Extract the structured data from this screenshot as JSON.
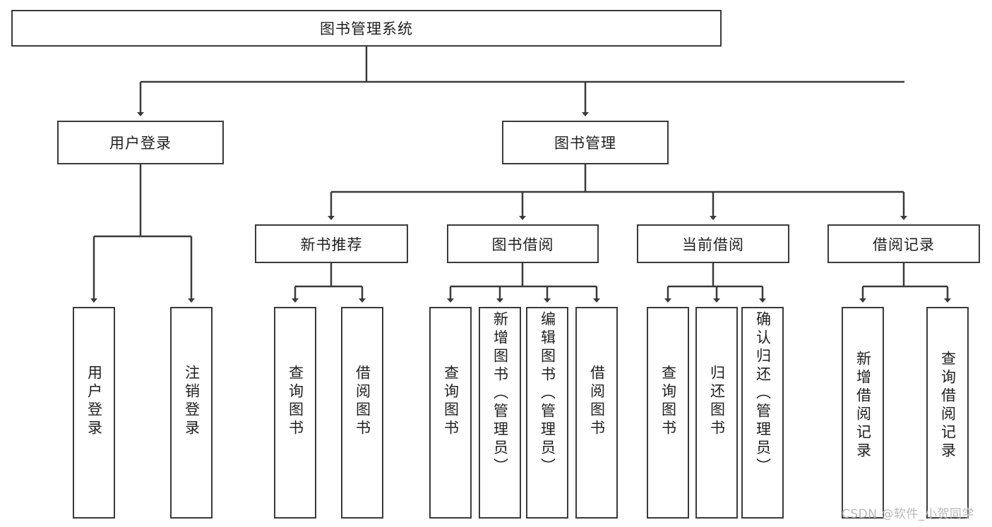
{
  "diagram": {
    "title": "图书管理系统",
    "root": {
      "label": "图书管理系统"
    },
    "level2": [
      {
        "label": "用户登录"
      },
      {
        "label": "图书管理"
      }
    ],
    "level3": [
      {
        "label": "新书推荐"
      },
      {
        "label": "图书借阅"
      },
      {
        "label": "当前借阅"
      },
      {
        "label": "借阅记录"
      }
    ],
    "leaves": [
      {
        "label": "用户登录",
        "parent": "用户登录"
      },
      {
        "label": "注销登录",
        "parent": "用户登录"
      },
      {
        "label": "查询图书",
        "parent": "新书推荐"
      },
      {
        "label": "借阅图书",
        "parent": "新书推荐"
      },
      {
        "label": "查询图书",
        "parent": "图书借阅"
      },
      {
        "label": "新增图书（管理员）",
        "parent": "图书借阅"
      },
      {
        "label": "编辑图书（管理员）",
        "parent": "图书借阅"
      },
      {
        "label": "借阅图书",
        "parent": "图书借阅"
      },
      {
        "label": "查询图书",
        "parent": "当前借阅"
      },
      {
        "label": "归还图书",
        "parent": "当前借阅"
      },
      {
        "label": "确认归还（管理员）",
        "parent": "当前借阅"
      },
      {
        "label": "新增借阅记录",
        "parent": "借阅记录"
      },
      {
        "label": "查询借阅记录",
        "parent": "借阅记录"
      }
    ]
  },
  "watermark": {
    "text": "CSDN @软件_小贺同学"
  },
  "colors": {
    "stroke": "#3a3a3a",
    "background": "#ffffff",
    "text": "#1f1f1f",
    "watermark": "#b8b8b8"
  }
}
